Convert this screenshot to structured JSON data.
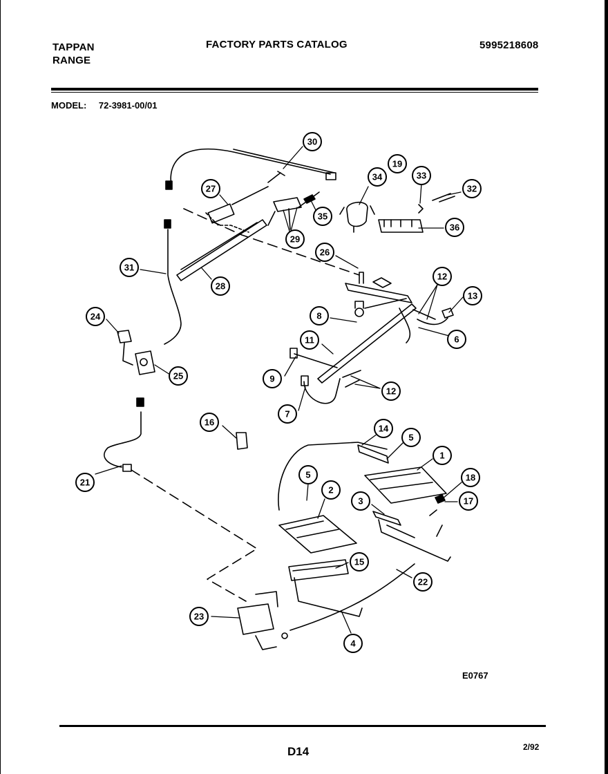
{
  "header": {
    "brand_line1": "TAPPAN",
    "brand_line2": "RANGE",
    "title": "FACTORY PARTS CATALOG",
    "catalog_number": "5995218608"
  },
  "model": {
    "label": "MODEL:",
    "value": "72-3981-00/01"
  },
  "diagram": {
    "callouts": [
      "30",
      "27",
      "29",
      "35",
      "19",
      "34",
      "33",
      "32",
      "36",
      "26",
      "31",
      "28",
      "12",
      "13",
      "8",
      "6",
      "24",
      "25",
      "11",
      "9",
      "12",
      "7",
      "16",
      "14",
      "5",
      "1",
      "21",
      "5",
      "2",
      "18",
      "3",
      "17",
      "15",
      "22",
      "23",
      "4"
    ]
  },
  "footer": {
    "diagram_code": "E0767",
    "page": "D14",
    "date": "2/92"
  }
}
